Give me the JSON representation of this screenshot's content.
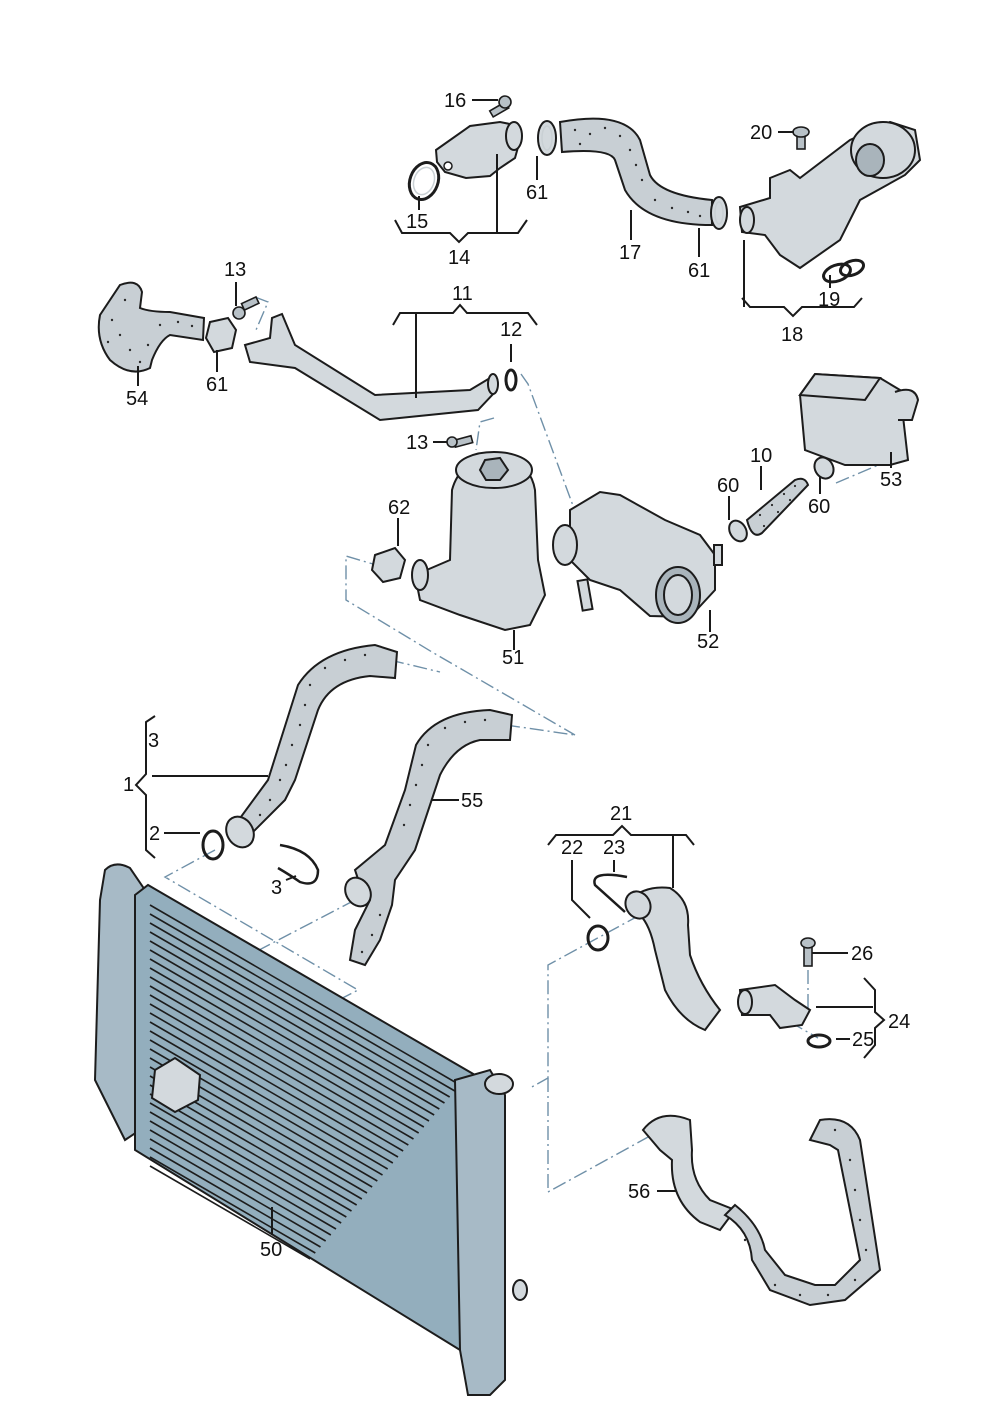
{
  "diagram": {
    "title": "Coolant system exploded parts diagram",
    "colors": {
      "part_fill": "#c8cfd4",
      "radiator_fill": "#93aebd",
      "outline": "#1c1c1c",
      "dash_line": "#6f90a8",
      "label": "#111111"
    },
    "parts": [
      {
        "id": "p54",
        "label": "54",
        "name": "coolant hose (upper left)"
      },
      {
        "id": "p61a",
        "label": "61",
        "name": "hose clamp (left)"
      },
      {
        "id": "p13a",
        "label": "13",
        "name": "bolt (upper)"
      },
      {
        "id": "p11",
        "label": "11",
        "name": "coolant pipe assembly"
      },
      {
        "id": "p12",
        "label": "12",
        "name": "o-ring"
      },
      {
        "id": "p13b",
        "label": "13",
        "name": "bolt (lower)"
      },
      {
        "id": "p16",
        "label": "16",
        "name": "bolt"
      },
      {
        "id": "p15",
        "label": "15",
        "name": "seal ring"
      },
      {
        "id": "p14",
        "label": "14",
        "name": "connection flange assembly"
      },
      {
        "id": "p61b",
        "label": "61",
        "name": "hose clamp (top)"
      },
      {
        "id": "p17",
        "label": "17",
        "name": "coolant hose (top)"
      },
      {
        "id": "p61c",
        "label": "61",
        "name": "hose clamp (right)"
      },
      {
        "id": "p20",
        "label": "20",
        "name": "bolt"
      },
      {
        "id": "p18",
        "label": "18",
        "name": "thermostat housing assembly"
      },
      {
        "id": "p19",
        "label": "19",
        "name": "seal rings"
      },
      {
        "id": "p53",
        "label": "53",
        "name": "oil cooler"
      },
      {
        "id": "p10",
        "label": "10",
        "name": "coolant hose (short)"
      },
      {
        "id": "p60a",
        "label": "60",
        "name": "hose clamp (near 52)"
      },
      {
        "id": "p60b",
        "label": "60",
        "name": "hose clamp (near 53)"
      },
      {
        "id": "p62",
        "label": "62",
        "name": "hose clamp"
      },
      {
        "id": "p51",
        "label": "51",
        "name": "oil filter housing"
      },
      {
        "id": "p52",
        "label": "52",
        "name": "water pump / coolant housing"
      },
      {
        "id": "p1",
        "label": "1",
        "name": "upper radiator hose assembly"
      },
      {
        "id": "p3a",
        "label": "3",
        "name": "retaining clip (in set 1)"
      },
      {
        "id": "p2",
        "label": "2",
        "name": "o-ring"
      },
      {
        "id": "p3b",
        "label": "3",
        "name": "retaining clip"
      },
      {
        "id": "p55",
        "label": "55",
        "name": "lower radiator hose"
      },
      {
        "id": "p21",
        "label": "21",
        "name": "coolant hose assembly"
      },
      {
        "id": "p22",
        "label": "22",
        "name": "o-ring"
      },
      {
        "id": "p23",
        "label": "23",
        "name": "retaining clip"
      },
      {
        "id": "p26",
        "label": "26",
        "name": "bolt"
      },
      {
        "id": "p24",
        "label": "24",
        "name": "connection elbow assembly"
      },
      {
        "id": "p25",
        "label": "25",
        "name": "o-ring"
      },
      {
        "id": "p50",
        "label": "50",
        "name": "radiator"
      },
      {
        "id": "p56",
        "label": "56",
        "name": "coolant hose (bottom right)"
      }
    ]
  }
}
